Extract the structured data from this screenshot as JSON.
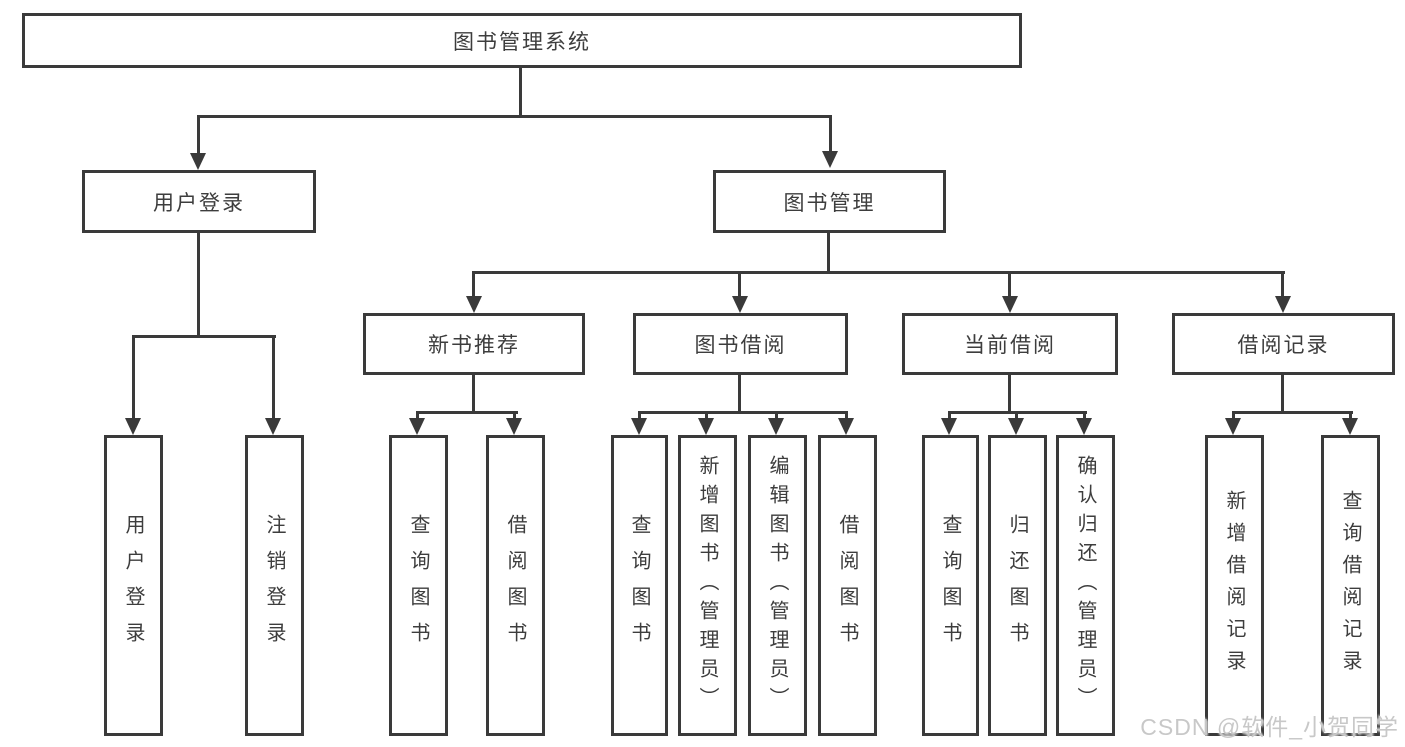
{
  "nodes": {
    "root": {
      "label": "图书管理系统"
    },
    "level1": [
      {
        "id": "user-login",
        "label": "用户登录"
      },
      {
        "id": "book-mgmt",
        "label": "图书管理"
      }
    ],
    "level2": [
      {
        "id": "new-books",
        "label": "新书推荐",
        "parent": "book-mgmt"
      },
      {
        "id": "book-borrow",
        "label": "图书借阅",
        "parent": "book-mgmt"
      },
      {
        "id": "current-borrow",
        "label": "当前借阅",
        "parent": "book-mgmt"
      },
      {
        "id": "borrow-records",
        "label": "借阅记录",
        "parent": "book-mgmt"
      }
    ],
    "leaves": [
      {
        "parent": "user-login",
        "label": "用户登录"
      },
      {
        "parent": "user-login",
        "label": "注销登录"
      },
      {
        "parent": "new-books",
        "label": "查询图书"
      },
      {
        "parent": "new-books",
        "label": "借阅图书"
      },
      {
        "parent": "book-borrow",
        "label": "查询图书"
      },
      {
        "parent": "book-borrow",
        "label": "新增图书（管理员）"
      },
      {
        "parent": "book-borrow",
        "label": "编辑图书（管理员）"
      },
      {
        "parent": "book-borrow",
        "label": "借阅图书"
      },
      {
        "parent": "current-borrow",
        "label": "查询图书"
      },
      {
        "parent": "current-borrow",
        "label": "归还图书"
      },
      {
        "parent": "current-borrow",
        "label": "确认归还（管理员）"
      },
      {
        "parent": "borrow-records",
        "label": "新增借阅记录"
      },
      {
        "parent": "borrow-records",
        "label": "查询借阅记录"
      }
    ]
  },
  "watermark": {
    "text": "CSDN @软件_小贺同学"
  },
  "colors": {
    "line": "#3a3a3a",
    "text": "#3d3d3d",
    "background": "#ffffff",
    "watermark": "#c8c8c8"
  }
}
